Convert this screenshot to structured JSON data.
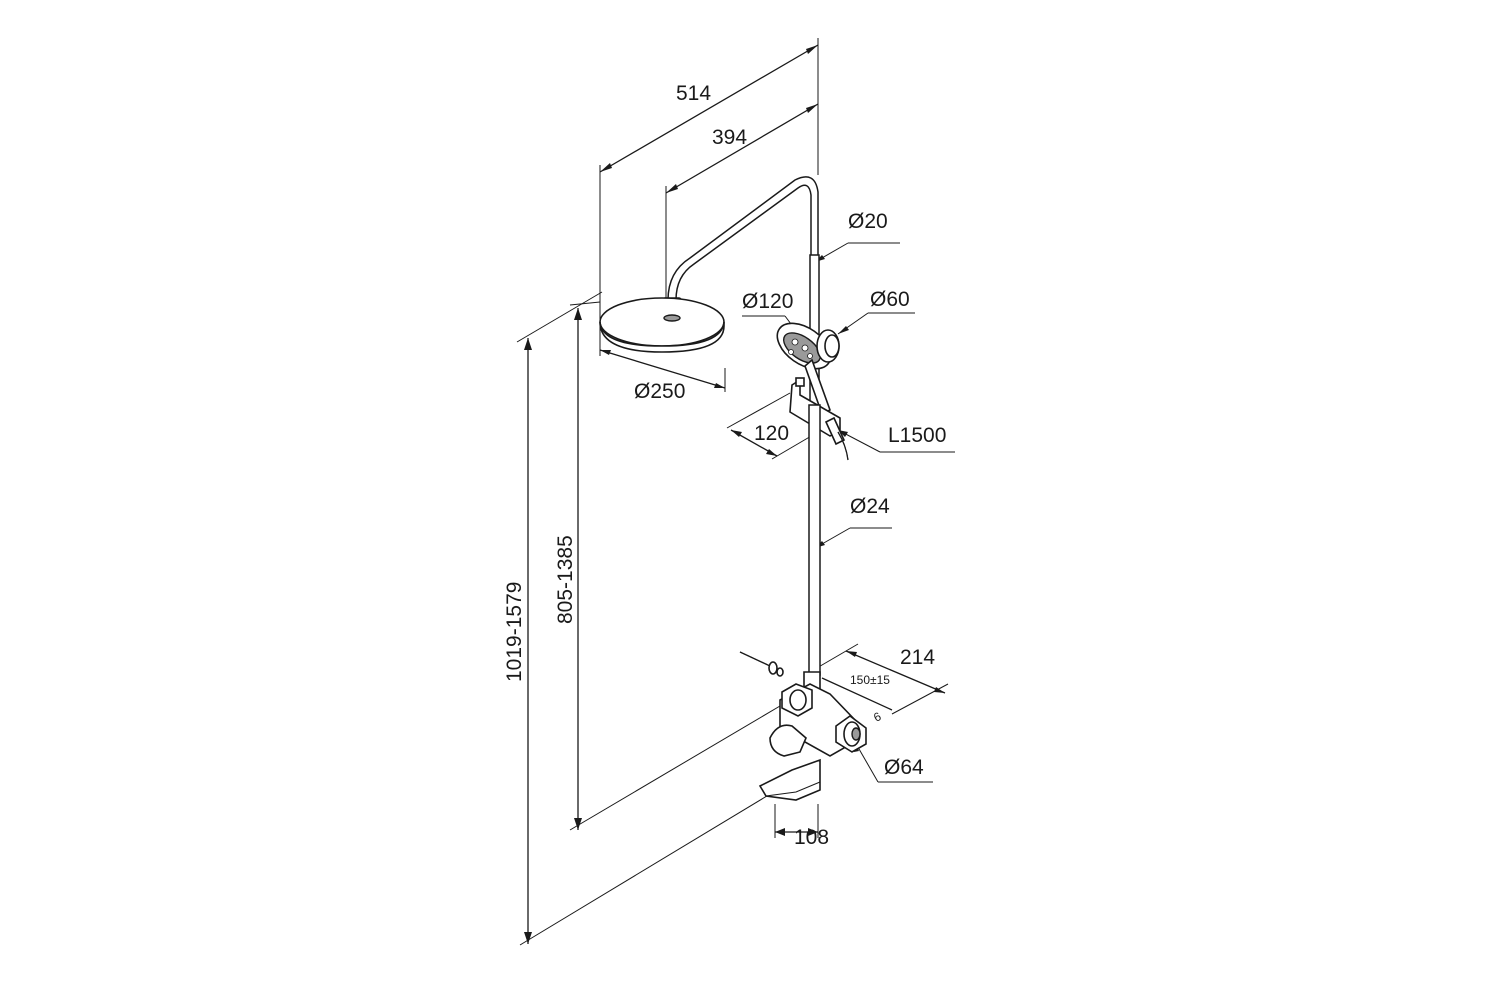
{
  "figure": {
    "labels": {
      "overall_depth": "514",
      "arm_reach": "394",
      "upper_pipe_diameter": "Ø20",
      "hand_shower_diameter": "Ø120",
      "wall_bracket_diameter": "Ø60",
      "rain_head_diameter": "Ø250",
      "holder_offset": "120",
      "hose_length": "L1500",
      "lower_pipe_diameter": "Ø24",
      "mixer_width": "214",
      "inlet_spacing": "150±15",
      "inlet_angle": "6",
      "escutcheon_diameter": "Ø64",
      "spout_length": "108",
      "head_height_range": "805-1385",
      "overall_height_range": "1019-1579"
    }
  }
}
